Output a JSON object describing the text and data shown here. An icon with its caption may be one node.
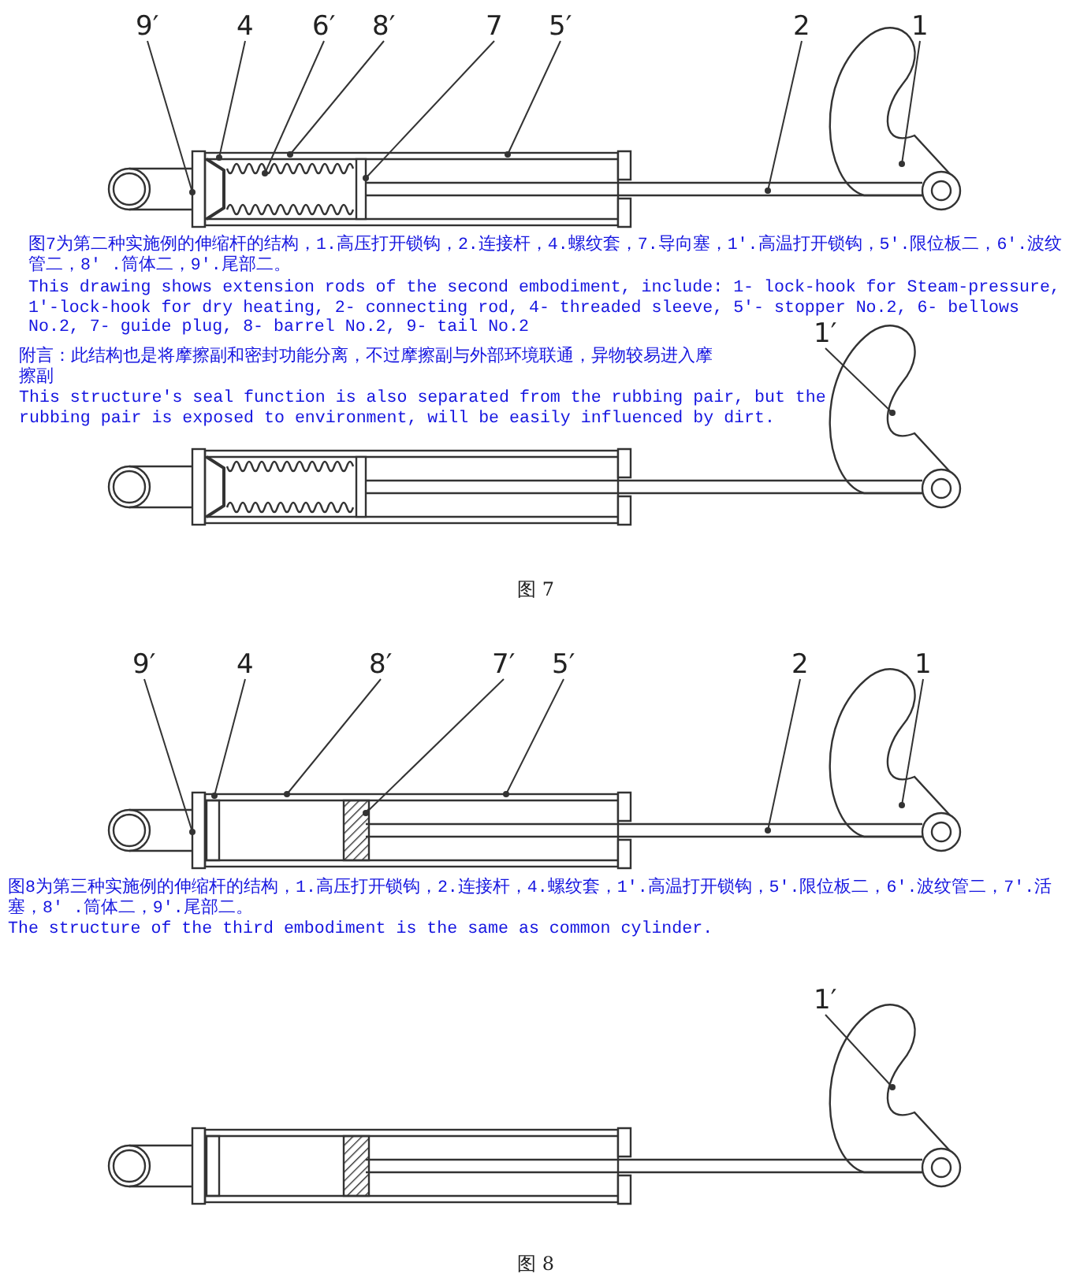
{
  "diagram": {
    "nodes": [
      {
        "text": [
          "9′"
        ]
      },
      {
        "text": [
          "4"
        ]
      },
      {
        "text": [
          "6′"
        ]
      },
      {
        "text": [
          "8′"
        ]
      },
      {
        "text": [
          "7"
        ]
      },
      {
        "text": [
          "5′"
        ]
      },
      {
        "text": [
          "2"
        ]
      },
      {
        "text": [
          "1"
        ]
      },
      {
        "text": [
          "1′"
        ]
      },
      {
        "text": [
          "9′"
        ]
      },
      {
        "text": [
          "4"
        ]
      },
      {
        "text": [
          "8′"
        ]
      },
      {
        "text": [
          "7′"
        ]
      },
      {
        "text": [
          "5′"
        ]
      },
      {
        "text": [
          "2"
        ]
      },
      {
        "text": [
          "1"
        ]
      },
      {
        "text": [
          "1′"
        ]
      }
    ],
    "edges": [
      {
        "from": 0,
        "to": null,
        "arrow": "other"
      },
      {
        "from": 1,
        "to": null,
        "arrow": "other"
      },
      {
        "from": 2,
        "to": null,
        "arrow": "other"
      },
      {
        "from": 3,
        "to": null,
        "arrow": "other"
      },
      {
        "from": 4,
        "to": null,
        "arrow": "other"
      },
      {
        "from": 5,
        "to": null,
        "arrow": "other"
      },
      {
        "from": 6,
        "to": null,
        "arrow": "other"
      },
      {
        "from": 7,
        "to": null,
        "arrow": "other"
      },
      {
        "from": 8,
        "to": null,
        "arrow": "other"
      },
      {
        "from": 9,
        "to": null,
        "arrow": "other"
      },
      {
        "from": 10,
        "to": null,
        "arrow": "other"
      },
      {
        "from": 11,
        "to": null,
        "arrow": "other"
      },
      {
        "from": 12,
        "to": null,
        "arrow": "other"
      },
      {
        "from": 13,
        "to": null,
        "arrow": "other"
      },
      {
        "from": 14,
        "to": null,
        "arrow": "other"
      },
      {
        "from": 15,
        "to": null,
        "arrow": "other"
      },
      {
        "from": 16,
        "to": null,
        "arrow": "other"
      }
    ],
    "labels": [
      "图7为第二种实施例的伸缩杆的结构，1.高压打开锁钩，2.连接杆，4.螺纹套，7.导向塞，1′.高温打开锁钩，5′.限位板二，6′.波纹管二，8′ .筒体二，9′.尾部二。",
      "This drawing shows extension rods of the second embodiment, include: 1- lock-hook for Steam-pressure, 1′-lock-hook for dry heating, 2- connecting rod, 4- threaded sleeve, 5′- stopper No.2, 6- bellows No.2, 7- guide plug, 8- barrel No.2, 9- tail No.2",
      "附言：此结构也是将摩擦副和密封功能分离，不过摩擦副与外部环境联通，异物较易进入摩擦副",
      "This structure's seal function is also separated from the rubbing pair, but the rubbing pair is exposed to environment, will be easily influenced by dirt.",
      "图 7",
      "图8为第三种实施例的伸缩杆的结构，1.高压打开锁钩，2.连接杆，4.螺纹套，1′.高温打开锁钩，5′.限位板二，6′.波纹管二，7′.活塞，8′ .筒体二，9′.尾部二。",
      "The structure of the third embodiment is the same as common cylinder.",
      "图 8"
    ]
  }
}
